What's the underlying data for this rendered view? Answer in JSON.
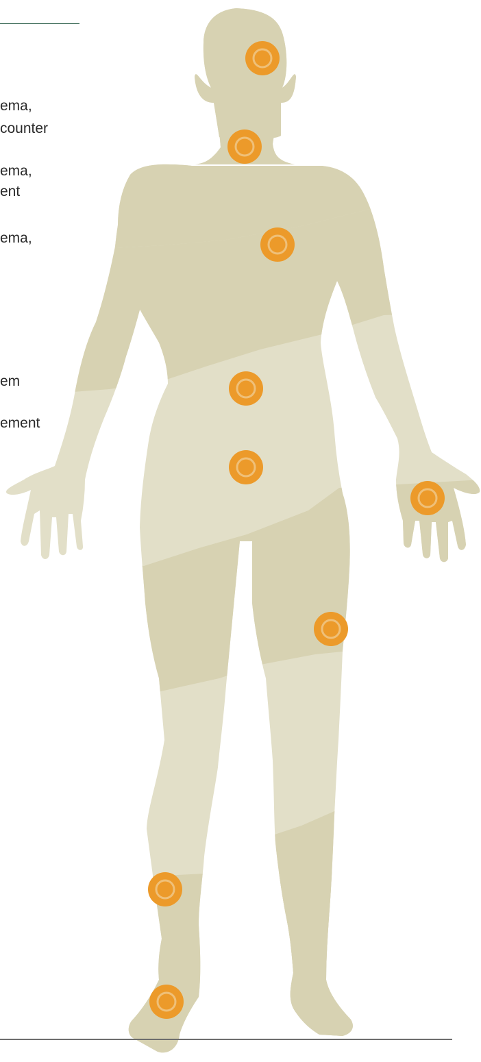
{
  "fragments": [
    {
      "id": "frag-1",
      "text": "ema,"
    },
    {
      "id": "frag-2",
      "text": "counter"
    },
    {
      "id": "frag-3",
      "text": "ema,"
    },
    {
      "id": "frag-4",
      "text": "ent"
    },
    {
      "id": "frag-5",
      "text": "ema,"
    },
    {
      "id": "frag-6",
      "text": "em"
    },
    {
      "id": "frag-7",
      "text": "ement"
    }
  ],
  "colors": {
    "silhouette_dark": "#d7d2b2",
    "silhouette_light": "#e2dfc8",
    "marker": "#ec9a2a",
    "marker_inner": "#efc079",
    "rule_top": "#3c6b57",
    "rule_bottom": "#6d6d6d"
  },
  "markers": [
    {
      "name": "head",
      "icon": "target-icon"
    },
    {
      "name": "neck",
      "icon": "target-icon"
    },
    {
      "name": "chest",
      "icon": "target-icon"
    },
    {
      "name": "abdomen",
      "icon": "target-icon"
    },
    {
      "name": "pelvis",
      "icon": "target-icon"
    },
    {
      "name": "left-hand",
      "icon": "target-icon"
    },
    {
      "name": "right-knee",
      "icon": "target-icon"
    },
    {
      "name": "left-shin",
      "icon": "target-icon"
    },
    {
      "name": "left-ankle",
      "icon": "target-icon"
    }
  ]
}
